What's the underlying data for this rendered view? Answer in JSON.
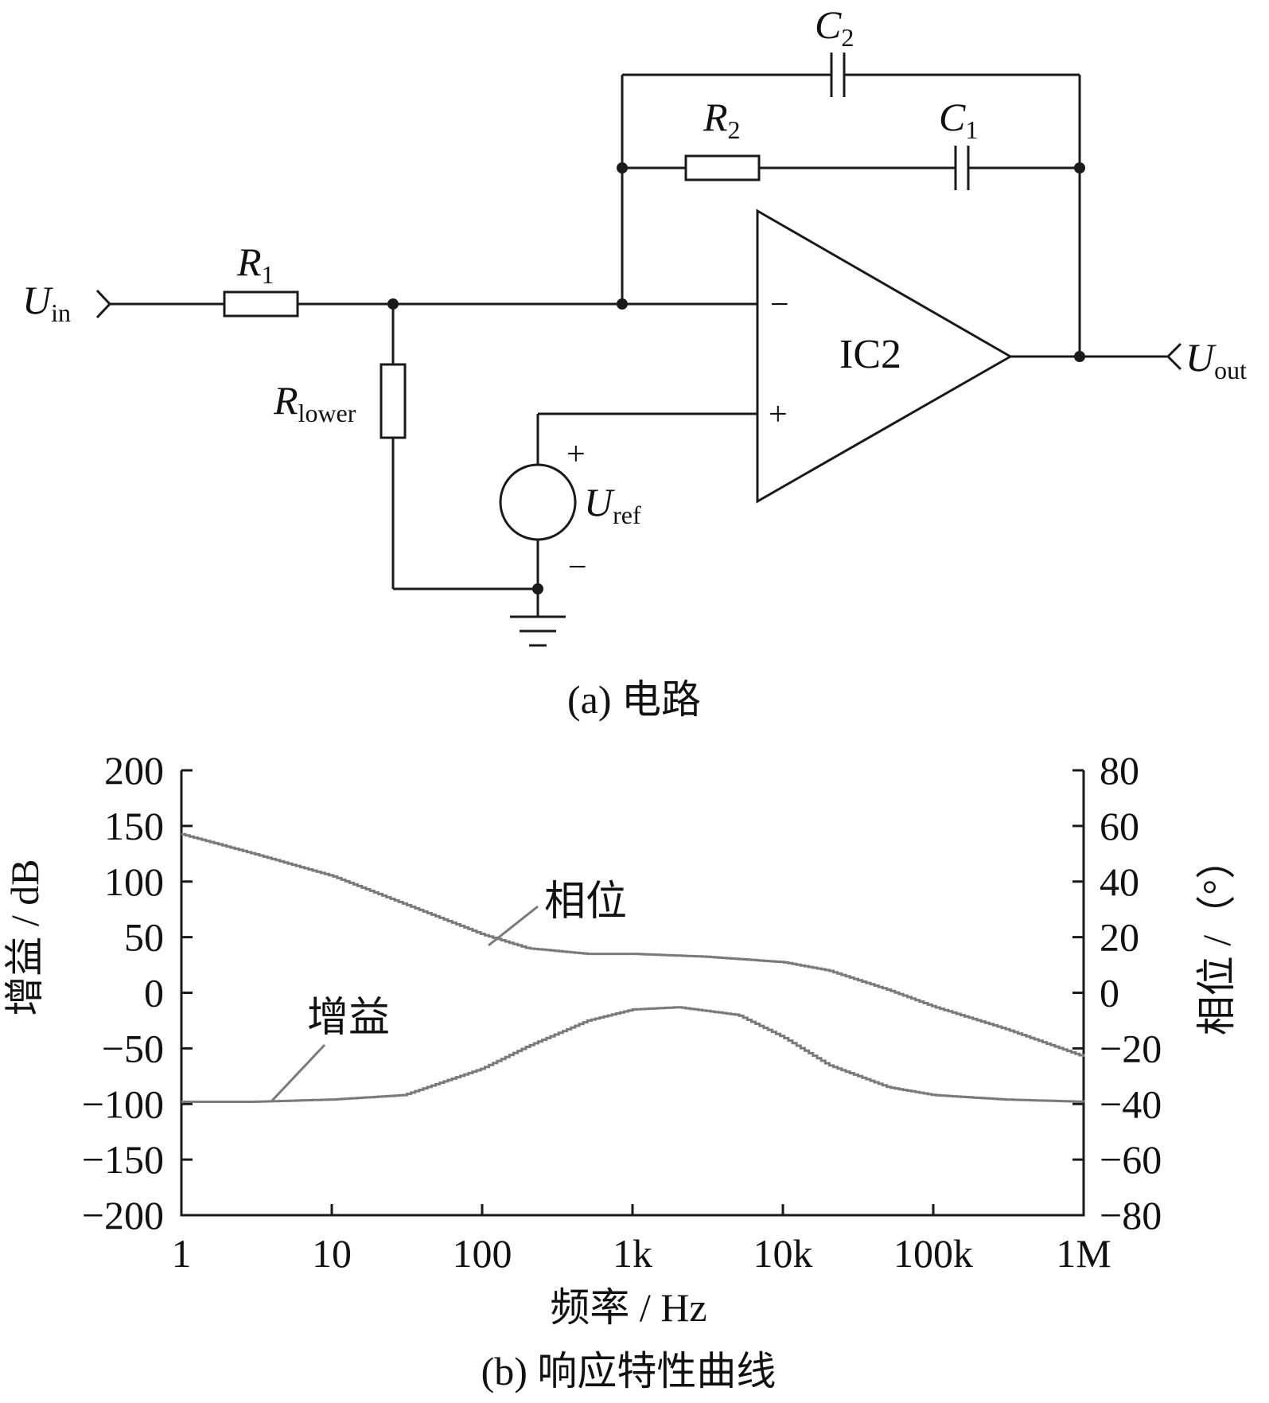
{
  "circuit": {
    "labels": {
      "uin_main": "U",
      "uin_sub": "in",
      "r1_main": "R",
      "r1_sub": "1",
      "rlower_main": "R",
      "rlower_sub": "lower",
      "r2_main": "R",
      "r2_sub": "2",
      "c1_main": "C",
      "c1_sub": "1",
      "c2_main": "C",
      "c2_sub": "2",
      "ic": "IC2",
      "minus": "−",
      "plus": "+",
      "uref_main": "U",
      "uref_sub": "ref",
      "uref_plus": "+",
      "uref_minus": "−",
      "uout_main": "U",
      "uout_sub": "out"
    },
    "caption": "(a)  电路"
  },
  "chart_data": {
    "type": "line",
    "title": "",
    "caption": "(b)  响应特性曲线",
    "xlabel": "频率 / Hz",
    "ylabel_left": "增益 / dB",
    "ylabel_right": "相位 /（°）",
    "x_scale": "log",
    "x_ticks": [
      "1",
      "10",
      "100",
      "1k",
      "10k",
      "100k",
      "1M"
    ],
    "x_tick_values": [
      1,
      10,
      100,
      1000,
      10000,
      100000,
      1000000
    ],
    "ylim_left": [
      -200,
      200
    ],
    "y_ticks_left": [
      "200",
      "150",
      "100",
      "50",
      "0",
      "−50",
      "−100",
      "−150",
      "−200"
    ],
    "ylim_right": [
      -80,
      80
    ],
    "y_ticks_right": [
      "80",
      "60",
      "40",
      "20",
      "0",
      "−20",
      "−40",
      "−60",
      "−80"
    ],
    "grid": false,
    "line_color": "#7a7a7a",
    "series": [
      {
        "name": "增益",
        "axis": "left",
        "x": [
          1,
          3,
          10,
          30,
          100,
          200,
          500,
          1000,
          2000,
          5000,
          10000,
          20000,
          50000,
          100000,
          300000,
          1000000
        ],
        "values": [
          -98,
          -98,
          -96,
          -92,
          -68,
          -48,
          -25,
          -15,
          -13,
          -20,
          -40,
          -65,
          -85,
          -92,
          -96,
          -98
        ]
      },
      {
        "name": "相位",
        "axis": "right",
        "x": [
          1,
          3,
          10,
          30,
          100,
          200,
          500,
          1000,
          3000,
          10000,
          20000,
          50000,
          100000,
          300000,
          1000000
        ],
        "values": [
          57,
          50,
          42,
          32,
          21,
          16,
          14,
          14,
          13,
          11,
          8,
          1,
          -5,
          -13,
          -23
        ]
      }
    ],
    "annotations": [
      {
        "text": "相位",
        "series": "相位"
      },
      {
        "text": "增益",
        "series": "增益"
      }
    ]
  }
}
